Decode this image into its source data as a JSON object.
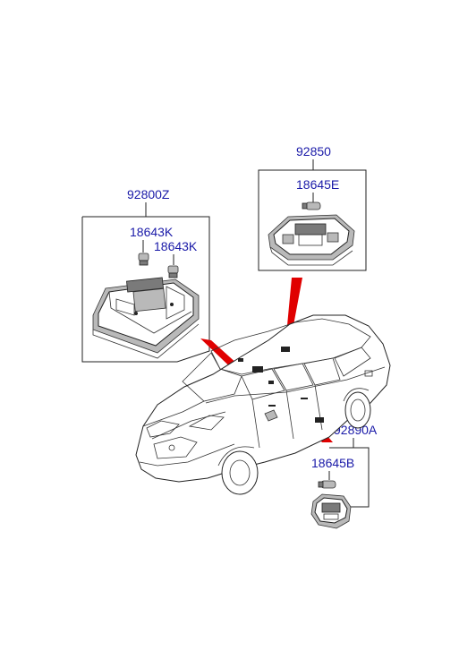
{
  "labels": {
    "front_lamp_assy": "92800Z",
    "front_bulb_1": "18643K",
    "front_bulb_2": "18643K",
    "center_lamp_assy": "92850",
    "center_bulb": "18645E",
    "rear_lamp_assy": "92890A",
    "rear_bulb": "18645B"
  },
  "colors": {
    "label_text": "#1a1aa8",
    "pointer_band": "#e00000",
    "linework": "#222222"
  }
}
